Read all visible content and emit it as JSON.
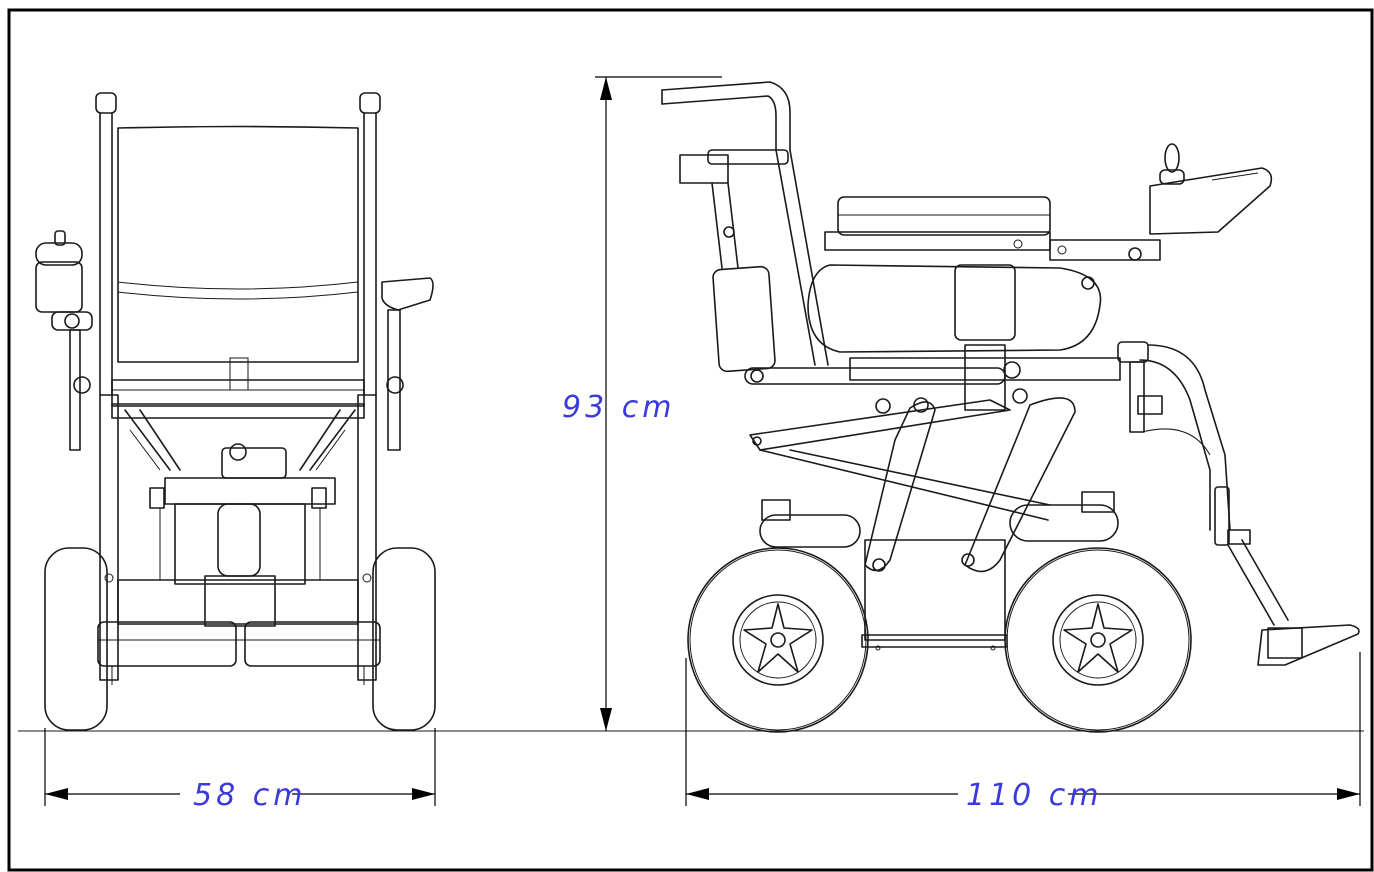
{
  "dimensions": {
    "width": {
      "value": "58 cm"
    },
    "length": {
      "value": "110 cm"
    },
    "height": {
      "value": "93 cm"
    }
  },
  "colors": {
    "dimension_text": "#3a3adf",
    "line": "#1a1a1a",
    "frame": "#000000"
  }
}
